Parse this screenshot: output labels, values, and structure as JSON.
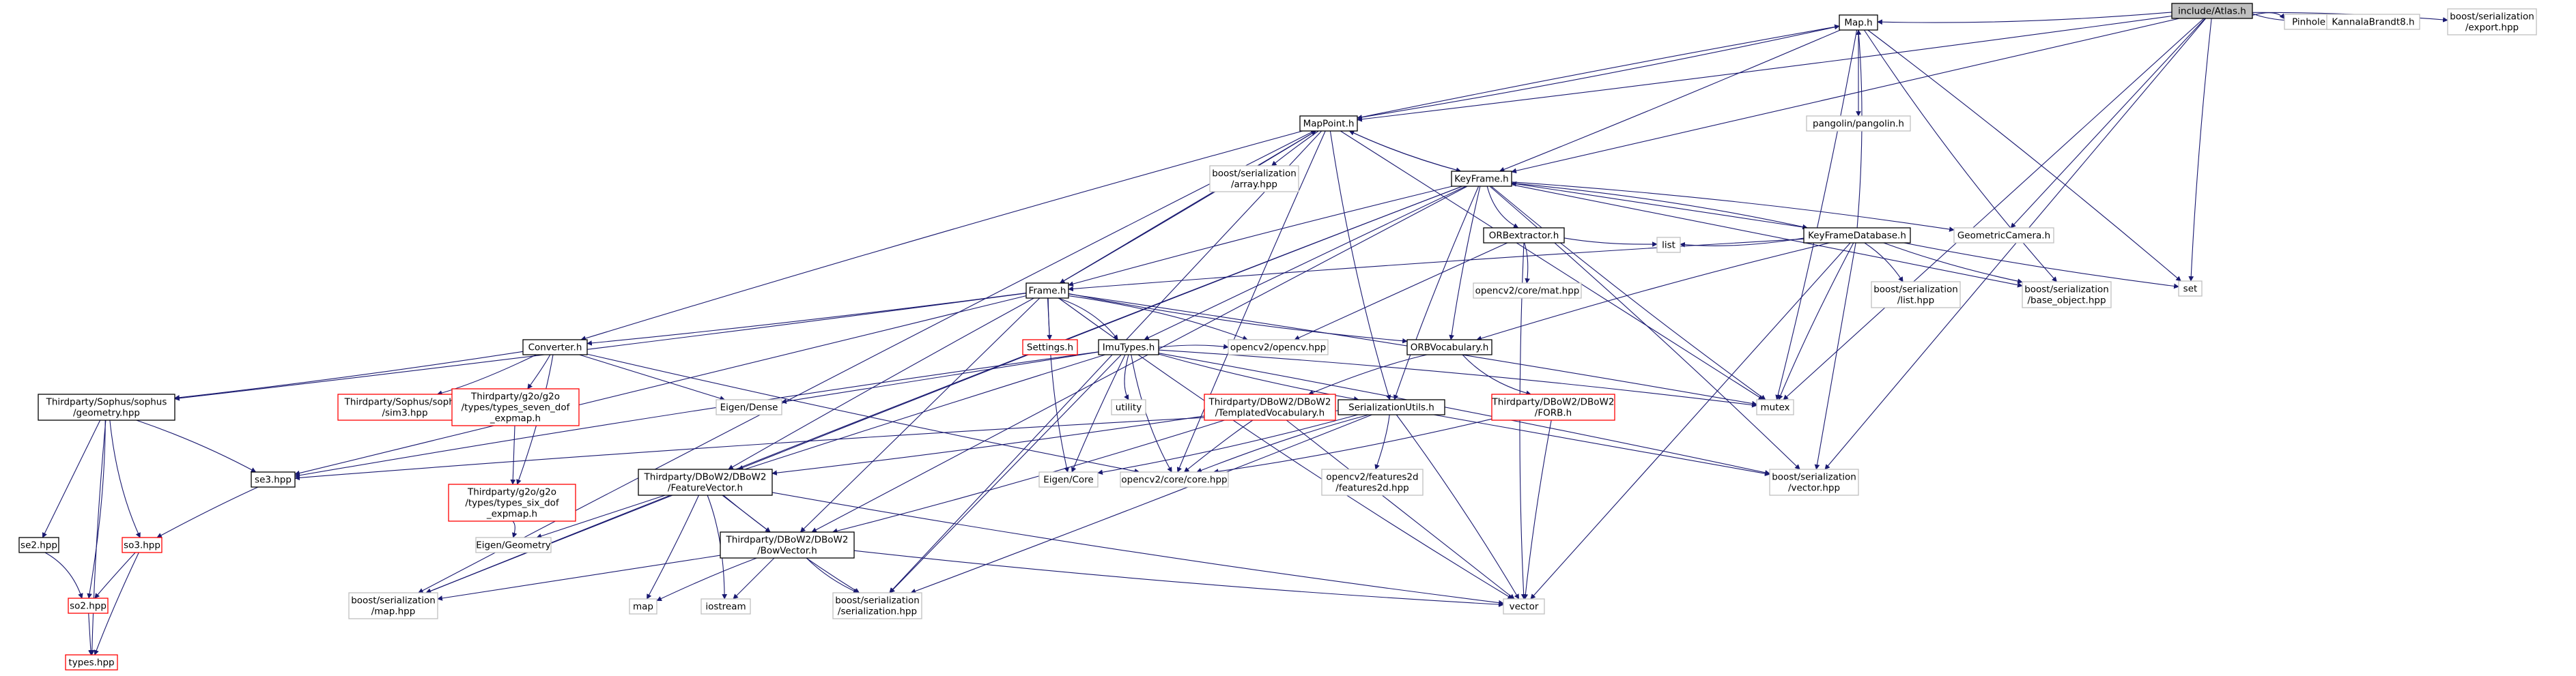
{
  "graph": {
    "title": "include/Atlas.h",
    "colors": {
      "edge": "#191970",
      "node_border": "#000000",
      "node_border_missing": "#bfbfbf",
      "node_border_truncated": "#ff0000",
      "root_fill": "#bfbfbf",
      "node_fill": "#ffffff"
    },
    "nodes": [
      {
        "id": "atlas",
        "lines": [
          "include/Atlas.h"
        ],
        "kind": "root"
      },
      {
        "id": "maph",
        "lines": [
          "Map.h"
        ],
        "kind": "normal"
      },
      {
        "id": "pinhole",
        "lines": [
          "Pinhole.h"
        ],
        "kind": "missing"
      },
      {
        "id": "kannala",
        "lines": [
          "KannalaBrandt8.h"
        ],
        "kind": "missing"
      },
      {
        "id": "bexport",
        "lines": [
          "boost/serialization",
          "/export.hpp"
        ],
        "kind": "missing"
      },
      {
        "id": "pangolin",
        "lines": [
          "pangolin/pangolin.h"
        ],
        "kind": "missing"
      },
      {
        "id": "mappoint",
        "lines": [
          "MapPoint.h"
        ],
        "kind": "normal"
      },
      {
        "id": "barray",
        "lines": [
          "boost/serialization",
          "/array.hpp"
        ],
        "kind": "missing"
      },
      {
        "id": "keyframe",
        "lines": [
          "KeyFrame.h"
        ],
        "kind": "normal"
      },
      {
        "id": "orbext",
        "lines": [
          "ORBextractor.h"
        ],
        "kind": "normal"
      },
      {
        "id": "kfdb",
        "lines": [
          "KeyFrameDatabase.h"
        ],
        "kind": "normal"
      },
      {
        "id": "geocam",
        "lines": [
          "GeometricCamera.h"
        ],
        "kind": "missing"
      },
      {
        "id": "set",
        "lines": [
          "set"
        ],
        "kind": "missing"
      },
      {
        "id": "cvmat",
        "lines": [
          "opencv2/core/mat.hpp"
        ],
        "kind": "missing"
      },
      {
        "id": "list",
        "lines": [
          "list"
        ],
        "kind": "missing"
      },
      {
        "id": "blist",
        "lines": [
          "boost/serialization",
          "/list.hpp"
        ],
        "kind": "missing"
      },
      {
        "id": "bbase",
        "lines": [
          "boost/serialization",
          "/base_object.hpp"
        ],
        "kind": "missing"
      },
      {
        "id": "frame",
        "lines": [
          "Frame.h"
        ],
        "kind": "normal"
      },
      {
        "id": "settings",
        "lines": [
          "Settings.h"
        ],
        "kind": "truncated"
      },
      {
        "id": "imutypes",
        "lines": [
          "ImuTypes.h"
        ],
        "kind": "normal"
      },
      {
        "id": "opencv",
        "lines": [
          "opencv2/opencv.hpp"
        ],
        "kind": "missing"
      },
      {
        "id": "orbvoc",
        "lines": [
          "ORBVocabulary.h"
        ],
        "kind": "normal"
      },
      {
        "id": "converter",
        "lines": [
          "Converter.h"
        ],
        "kind": "normal"
      },
      {
        "id": "sophusgeo",
        "lines": [
          "Thirdparty/Sophus/sophus",
          "/geometry.hpp"
        ],
        "kind": "normal"
      },
      {
        "id": "sim3",
        "lines": [
          "Thirdparty/Sophus/sophus",
          "/sim3.hpp"
        ],
        "kind": "truncated"
      },
      {
        "id": "sevendof",
        "lines": [
          "Thirdparty/g2o/g2o",
          "/types/types_seven_dof",
          "_expmap.h"
        ],
        "kind": "truncated"
      },
      {
        "id": "eigendense",
        "lines": [
          "Eigen/Dense"
        ],
        "kind": "missing"
      },
      {
        "id": "utility",
        "lines": [
          "utility"
        ],
        "kind": "missing"
      },
      {
        "id": "templvoc",
        "lines": [
          "Thirdparty/DBoW2/DBoW2",
          "/TemplatedVocabulary.h"
        ],
        "kind": "truncated"
      },
      {
        "id": "serutils",
        "lines": [
          "SerializationUtils.h"
        ],
        "kind": "normal"
      },
      {
        "id": "forb",
        "lines": [
          "Thirdparty/DBoW2/DBoW2",
          "/FORB.h"
        ],
        "kind": "truncated"
      },
      {
        "id": "mutex",
        "lines": [
          "mutex"
        ],
        "kind": "missing"
      },
      {
        "id": "se3",
        "lines": [
          "se3.hpp"
        ],
        "kind": "normal"
      },
      {
        "id": "sixdof",
        "lines": [
          "Thirdparty/g2o/g2o",
          "/types/types_six_dof",
          "_expmap.h"
        ],
        "kind": "truncated"
      },
      {
        "id": "featvec",
        "lines": [
          "Thirdparty/DBoW2/DBoW2",
          "/FeatureVector.h"
        ],
        "kind": "normal"
      },
      {
        "id": "eigencore",
        "lines": [
          "Eigen/Core"
        ],
        "kind": "missing"
      },
      {
        "id": "cvcore",
        "lines": [
          "opencv2/core/core.hpp"
        ],
        "kind": "missing"
      },
      {
        "id": "features2d",
        "lines": [
          "opencv2/features2d",
          "/features2d.hpp"
        ],
        "kind": "missing"
      },
      {
        "id": "bvector",
        "lines": [
          "boost/serialization",
          "/vector.hpp"
        ],
        "kind": "missing"
      },
      {
        "id": "se2",
        "lines": [
          "se2.hpp"
        ],
        "kind": "normal"
      },
      {
        "id": "so3",
        "lines": [
          "so3.hpp"
        ],
        "kind": "truncated"
      },
      {
        "id": "eigengeo",
        "lines": [
          "Eigen/Geometry"
        ],
        "kind": "missing"
      },
      {
        "id": "bowvec",
        "lines": [
          "Thirdparty/DBoW2/DBoW2",
          "/BowVector.h"
        ],
        "kind": "normal"
      },
      {
        "id": "so2",
        "lines": [
          "so2.hpp"
        ],
        "kind": "truncated"
      },
      {
        "id": "bmap",
        "lines": [
          "boost/serialization",
          "/map.hpp"
        ],
        "kind": "missing"
      },
      {
        "id": "map",
        "lines": [
          "map"
        ],
        "kind": "missing"
      },
      {
        "id": "iostream",
        "lines": [
          "iostream"
        ],
        "kind": "missing"
      },
      {
        "id": "bser",
        "lines": [
          "boost/serialization",
          "/serialization.hpp"
        ],
        "kind": "missing"
      },
      {
        "id": "vector",
        "lines": [
          "vector"
        ],
        "kind": "missing"
      },
      {
        "id": "typeshpp",
        "lines": [
          "types.hpp"
        ],
        "kind": "truncated"
      }
    ],
    "edges": [
      [
        "atlas",
        "maph"
      ],
      [
        "atlas",
        "mappoint"
      ],
      [
        "atlas",
        "keyframe"
      ],
      [
        "atlas",
        "geocam"
      ],
      [
        "atlas",
        "pinhole"
      ],
      [
        "atlas",
        "kannala"
      ],
      [
        "atlas",
        "set"
      ],
      [
        "atlas",
        "mutex"
      ],
      [
        "atlas",
        "bexport"
      ],
      [
        "atlas",
        "bvector"
      ],
      [
        "maph",
        "mappoint"
      ],
      [
        "maph",
        "keyframe"
      ],
      [
        "maph",
        "pangolin"
      ],
      [
        "maph",
        "set"
      ],
      [
        "maph",
        "mutex"
      ],
      [
        "maph",
        "bbase"
      ],
      [
        "mappoint",
        "keyframe"
      ],
      [
        "mappoint",
        "frame"
      ],
      [
        "mappoint",
        "maph"
      ],
      [
        "mappoint",
        "converter"
      ],
      [
        "mappoint",
        "serutils"
      ],
      [
        "mappoint",
        "cvcore"
      ],
      [
        "mappoint",
        "mutex"
      ],
      [
        "mappoint",
        "barray"
      ],
      [
        "mappoint",
        "bmap"
      ],
      [
        "mappoint",
        "bser"
      ],
      [
        "keyframe",
        "mappoint"
      ],
      [
        "keyframe",
        "imutypes"
      ],
      [
        "keyframe",
        "frame"
      ],
      [
        "keyframe",
        "kfdb"
      ],
      [
        "keyframe",
        "orbext"
      ],
      [
        "keyframe",
        "orbvoc"
      ],
      [
        "keyframe",
        "bowvec"
      ],
      [
        "keyframe",
        "featvec"
      ],
      [
        "keyframe",
        "geocam"
      ],
      [
        "keyframe",
        "serutils"
      ],
      [
        "keyframe",
        "mutex"
      ],
      [
        "keyframe",
        "bbase"
      ],
      [
        "keyframe",
        "bvector"
      ],
      [
        "keyframe",
        "bmap"
      ],
      [
        "orbext",
        "vector"
      ],
      [
        "orbext",
        "list"
      ],
      [
        "orbext",
        "opencv"
      ],
      [
        "orbext",
        "cvmat"
      ],
      [
        "kfdb",
        "vector"
      ],
      [
        "kfdb",
        "list"
      ],
      [
        "kfdb",
        "set"
      ],
      [
        "kfdb",
        "keyframe"
      ],
      [
        "kfdb",
        "frame"
      ],
      [
        "kfdb",
        "orbvoc"
      ],
      [
        "kfdb",
        "mutex"
      ],
      [
        "kfdb",
        "bbase"
      ],
      [
        "kfdb",
        "bvector"
      ],
      [
        "kfdb",
        "blist"
      ],
      [
        "kfdb",
        "maph"
      ],
      [
        "frame",
        "vector"
      ],
      [
        "frame",
        "mappoint"
      ],
      [
        "frame",
        "bowvec"
      ],
      [
        "frame",
        "featvec"
      ],
      [
        "frame",
        "imutypes"
      ],
      [
        "frame",
        "orbvoc"
      ],
      [
        "frame",
        "converter"
      ],
      [
        "frame",
        "settings"
      ],
      [
        "frame",
        "mutex"
      ],
      [
        "frame",
        "opencv"
      ],
      [
        "frame",
        "eigencore"
      ],
      [
        "frame",
        "sophusgeo"
      ],
      [
        "frame",
        "se3"
      ],
      [
        "imutypes",
        "opencv"
      ],
      [
        "imutypes",
        "mutex"
      ],
      [
        "imutypes",
        "cvcore"
      ],
      [
        "imutypes",
        "eigencore"
      ],
      [
        "imutypes",
        "eigendense"
      ],
      [
        "imutypes",
        "eigengeo"
      ],
      [
        "imutypes",
        "se3"
      ],
      [
        "imutypes",
        "utility"
      ],
      [
        "imutypes",
        "serutils"
      ],
      [
        "imutypes",
        "bser"
      ],
      [
        "imutypes",
        "bvector"
      ],
      [
        "orbvoc",
        "templvoc"
      ],
      [
        "orbvoc",
        "forb"
      ],
      [
        "converter",
        "cvcore"
      ],
      [
        "converter",
        "eigendense"
      ],
      [
        "converter",
        "sevendof"
      ],
      [
        "converter",
        "sixdof"
      ],
      [
        "converter",
        "sim3"
      ],
      [
        "converter",
        "sophusgeo"
      ],
      [
        "sophusgeo",
        "se2"
      ],
      [
        "sophusgeo",
        "se3"
      ],
      [
        "sophusgeo",
        "so2"
      ],
      [
        "sophusgeo",
        "so3"
      ],
      [
        "sophusgeo",
        "typeshpp"
      ],
      [
        "sevendof",
        "sixdof"
      ],
      [
        "sixdof",
        "eigengeo"
      ],
      [
        "templvoc",
        "cvcore"
      ],
      [
        "templvoc",
        "bowvec"
      ],
      [
        "templvoc",
        "featvec"
      ],
      [
        "templvoc",
        "vector"
      ],
      [
        "serutils",
        "features2d"
      ],
      [
        "serutils",
        "cvcore"
      ],
      [
        "serutils",
        "eigencore"
      ],
      [
        "serutils",
        "bser"
      ],
      [
        "serutils",
        "bvector"
      ],
      [
        "serutils",
        "vector"
      ],
      [
        "serutils",
        "se3"
      ],
      [
        "forb",
        "cvcore"
      ],
      [
        "forb",
        "vector"
      ],
      [
        "featvec",
        "bowvec"
      ],
      [
        "featvec",
        "map"
      ],
      [
        "featvec",
        "iostream"
      ],
      [
        "featvec",
        "vector"
      ],
      [
        "featvec",
        "bser"
      ],
      [
        "featvec",
        "bmap"
      ],
      [
        "bowvec",
        "map"
      ],
      [
        "bowvec",
        "iostream"
      ],
      [
        "bowvec",
        "vector"
      ],
      [
        "bowvec",
        "bser"
      ],
      [
        "bowvec",
        "bmap"
      ],
      [
        "se3",
        "so3"
      ],
      [
        "se2",
        "so2"
      ],
      [
        "so3",
        "so2"
      ],
      [
        "so3",
        "typeshpp"
      ],
      [
        "so2",
        "typeshpp"
      ]
    ]
  }
}
